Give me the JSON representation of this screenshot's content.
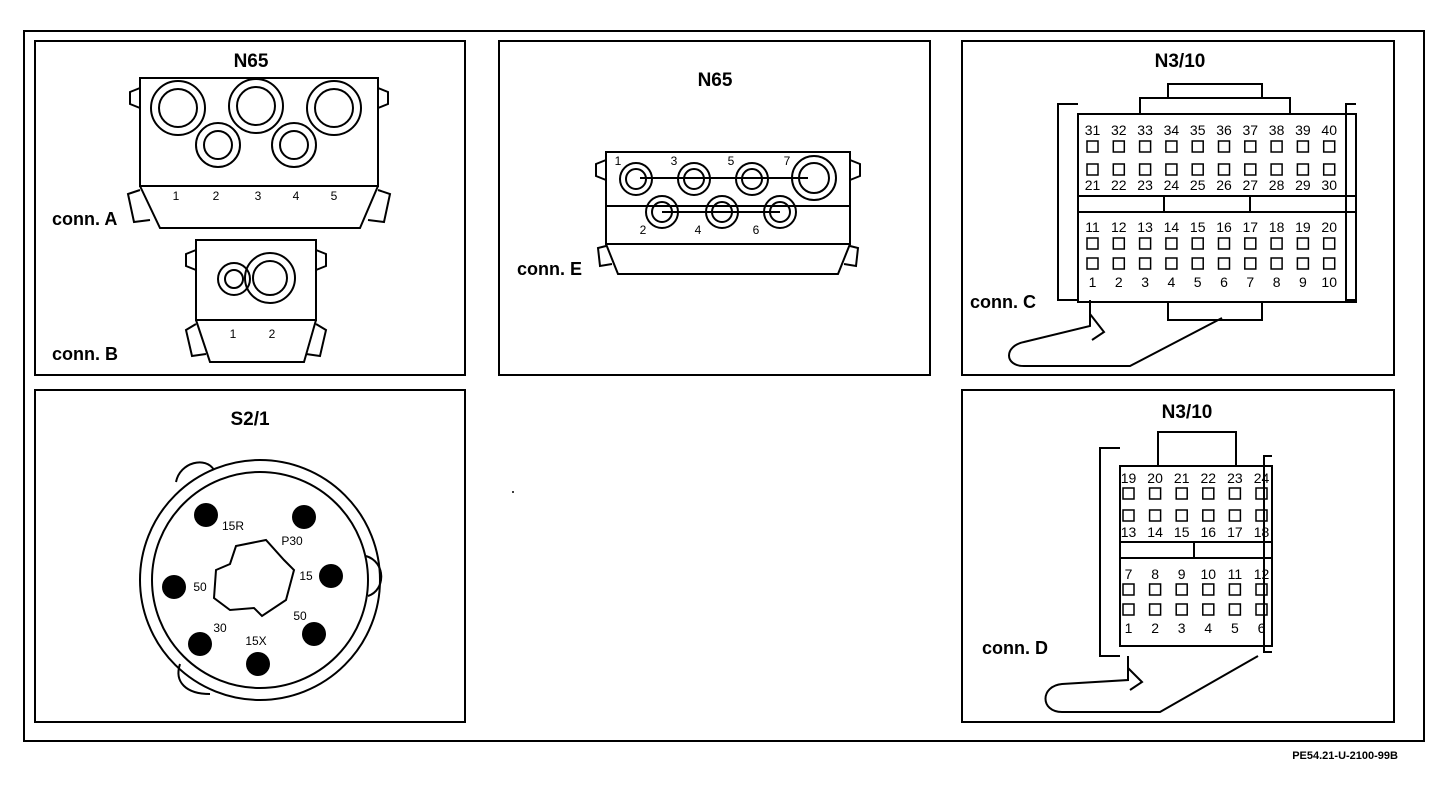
{
  "figure_ref": "PE54.21-U-2100-99B",
  "panels": {
    "n65_ab": {
      "title": "N65",
      "conn_a": {
        "label": "conn. A",
        "pins": [
          "1",
          "2",
          "3",
          "4",
          "5"
        ]
      },
      "conn_b": {
        "label": "conn. B",
        "pins": [
          "1",
          "2"
        ]
      }
    },
    "n65_e": {
      "title": "N65",
      "conn_e": {
        "label": "conn. E",
        "top_pins": [
          "1",
          "3",
          "5",
          "7"
        ],
        "bottom_pins": [
          "2",
          "4",
          "6"
        ]
      }
    },
    "n310_c": {
      "title": "N3/10",
      "conn_c": {
        "label": "conn. C",
        "rows": [
          [
            "31",
            "32",
            "33",
            "34",
            "35",
            "36",
            "37",
            "38",
            "39",
            "40"
          ],
          [
            "21",
            "22",
            "23",
            "24",
            "25",
            "26",
            "27",
            "28",
            "29",
            "30"
          ],
          [
            "11",
            "12",
            "13",
            "14",
            "15",
            "16",
            "17",
            "18",
            "19",
            "20"
          ],
          [
            "1",
            "2",
            "3",
            "4",
            "5",
            "6",
            "7",
            "8",
            "9",
            "10"
          ]
        ]
      }
    },
    "s21": {
      "title": "S2/1",
      "terminals": [
        "15R",
        "P30",
        "15",
        "50",
        "30",
        "15X",
        "50"
      ]
    },
    "n310_d": {
      "title": "N3/10",
      "conn_d": {
        "label": "conn. D",
        "rows": [
          [
            "19",
            "20",
            "21",
            "22",
            "23",
            "24"
          ],
          [
            "13",
            "14",
            "15",
            "16",
            "17",
            "18"
          ],
          [
            "7",
            "8",
            "9",
            "10",
            "11",
            "12"
          ],
          [
            "1",
            "2",
            "3",
            "4",
            "5",
            "6"
          ]
        ]
      }
    }
  }
}
